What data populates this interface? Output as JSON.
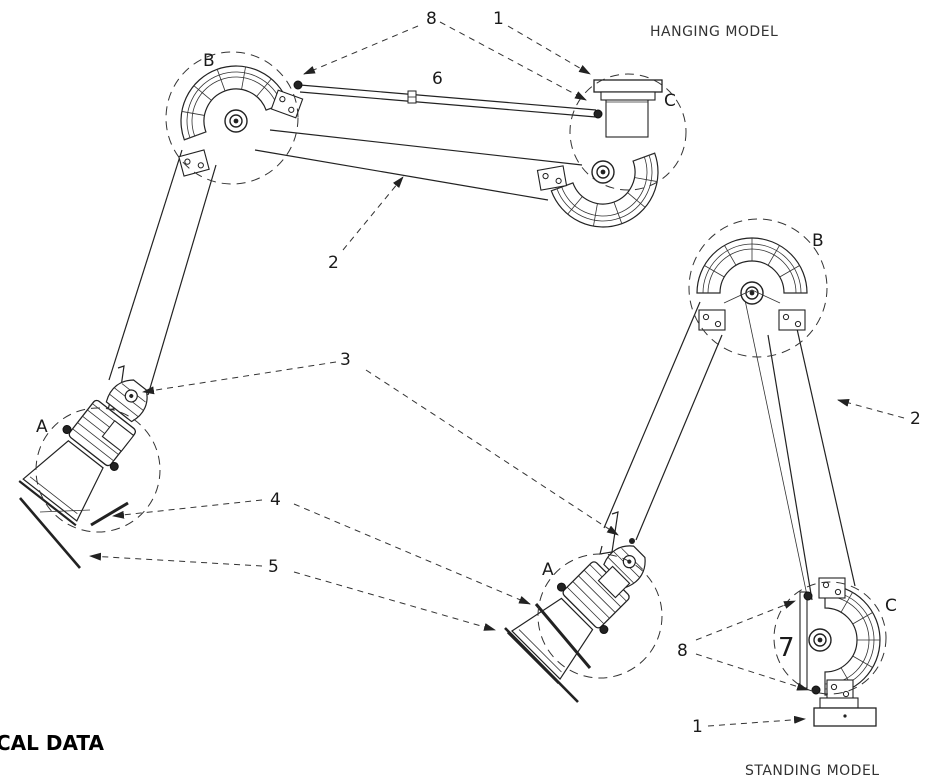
{
  "title": "CAL DATA",
  "models": {
    "hanging": "HANGING MODEL",
    "standing": "STANDING MODEL"
  },
  "callouts": {
    "hanging": [
      "8",
      "1",
      "6",
      "2",
      "3",
      "4",
      "5"
    ],
    "standing": [
      "2",
      "8",
      "1",
      "7"
    ]
  },
  "joints": {
    "a": "A",
    "b": "B",
    "c": "C"
  }
}
